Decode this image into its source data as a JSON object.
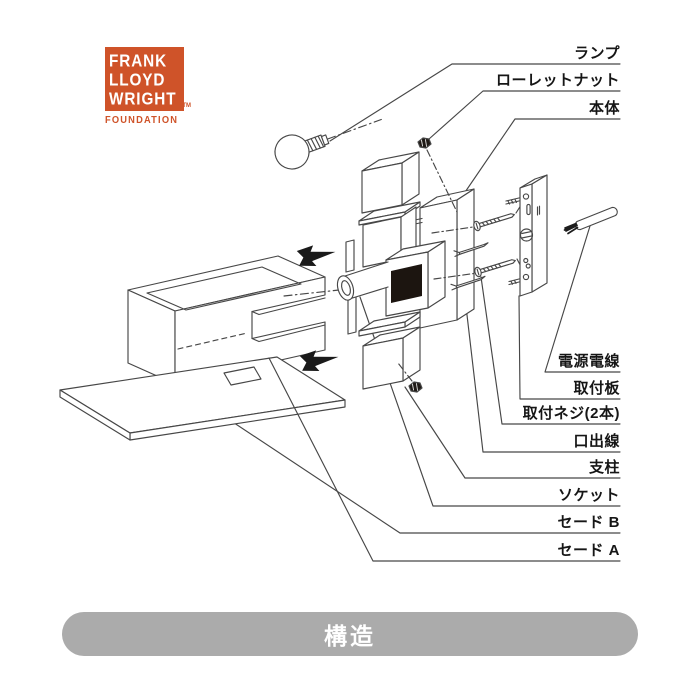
{
  "logo": {
    "line1": "FRANK",
    "line2": "LLOYD",
    "line3": "WRIGHT",
    "trademark": "TM",
    "foundation": "FOUNDATION",
    "color": "#cf5329"
  },
  "diagram": {
    "line_color": "#474747",
    "labels": [
      {
        "id": "lamp",
        "text": "ランプ"
      },
      {
        "id": "knurled-nut",
        "text": "ローレットナット"
      },
      {
        "id": "body",
        "text": "本体"
      },
      {
        "id": "power-cord",
        "text": "電源電線"
      },
      {
        "id": "mounting-plate",
        "text": "取付板"
      },
      {
        "id": "mounting-screws",
        "text": "取付ネジ(2本)"
      },
      {
        "id": "lead-wire",
        "text": "口出線"
      },
      {
        "id": "support-post",
        "text": "支柱"
      },
      {
        "id": "socket",
        "text": "ソケット"
      },
      {
        "id": "shade-b",
        "text": "セード B"
      },
      {
        "id": "shade-a",
        "text": "セード A"
      }
    ]
  },
  "footer": {
    "title": "構造",
    "bg_color": "#ababab",
    "text_color": "#ffffff"
  }
}
